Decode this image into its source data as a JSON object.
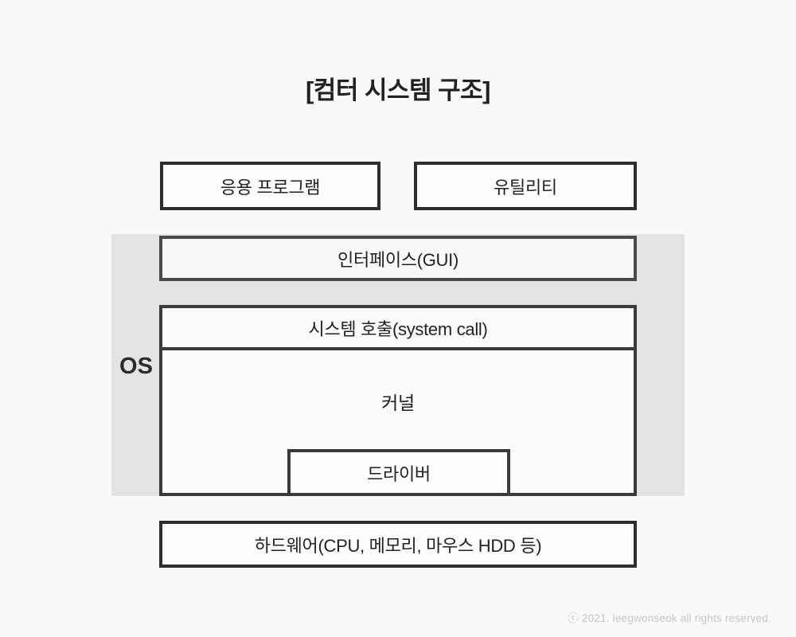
{
  "title": "[컴터 시스템 구조]",
  "diagram": {
    "app_box": "응용 프로그램",
    "utility_box": "유틸리티",
    "os_label": "OS",
    "gui_box": "인터페이스(GUI)",
    "syscall_box": "시스템 호출(system call)",
    "kernel_box": "커널",
    "driver_box": "드라이버",
    "hardware_box": "하드웨어(CPU, 메모리, 마우스 HDD 등)"
  },
  "colors": {
    "page_bg": "#f9f9f9",
    "os_band_bg": "#e3e3e3",
    "box_bg": "#fcfcfc",
    "border": "#2e2e2e",
    "title_text": "#222222",
    "copyright_text": "#c6c6c6"
  },
  "footer": {
    "copyright": "ⓒ 2021. leegwonseok all rights reserved."
  }
}
